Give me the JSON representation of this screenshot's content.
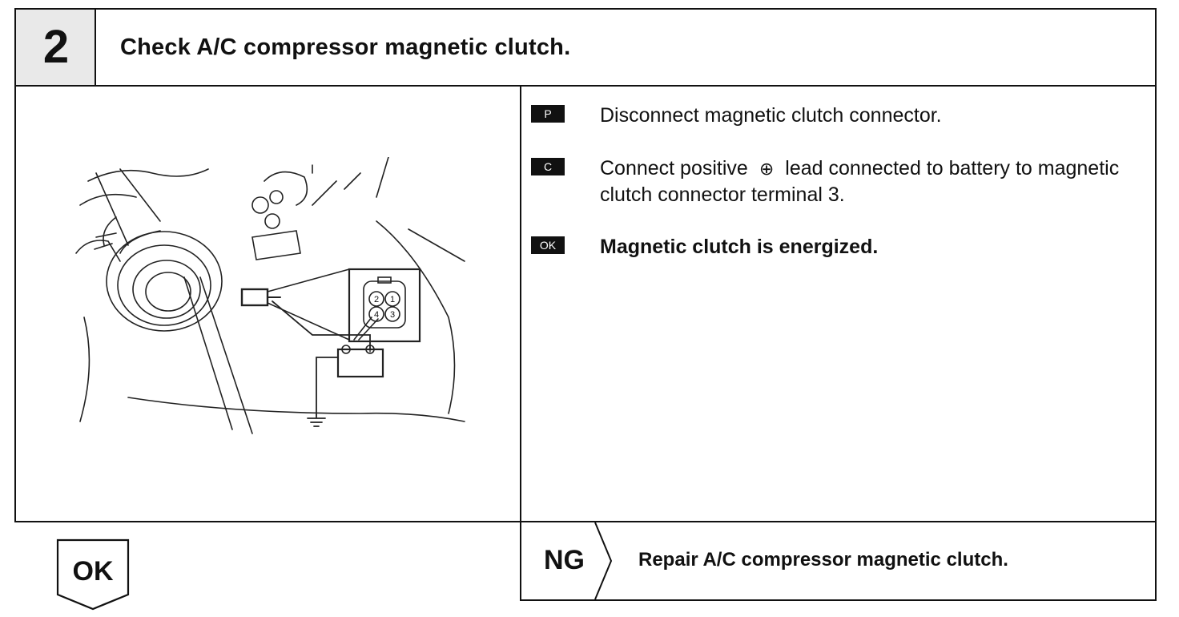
{
  "step": {
    "number": "2",
    "title": "Check A/C compressor magnetic clutch."
  },
  "connector_terminals": [
    "2",
    "1",
    "4",
    "3"
  ],
  "procedures": [
    {
      "tag": "P",
      "text": "Disconnect magnetic clutch connector."
    },
    {
      "tag": "C",
      "text_before": "Connect positive",
      "symbol": "⊕",
      "text_after": "lead connected to battery to magnetic clutch connector terminal 3."
    },
    {
      "tag": "OK",
      "text": "Magnetic clutch is energized."
    }
  ],
  "result_ok": {
    "label": "OK"
  },
  "result_ng": {
    "label": "NG",
    "action": "Repair A/C compressor magnetic clutch."
  }
}
